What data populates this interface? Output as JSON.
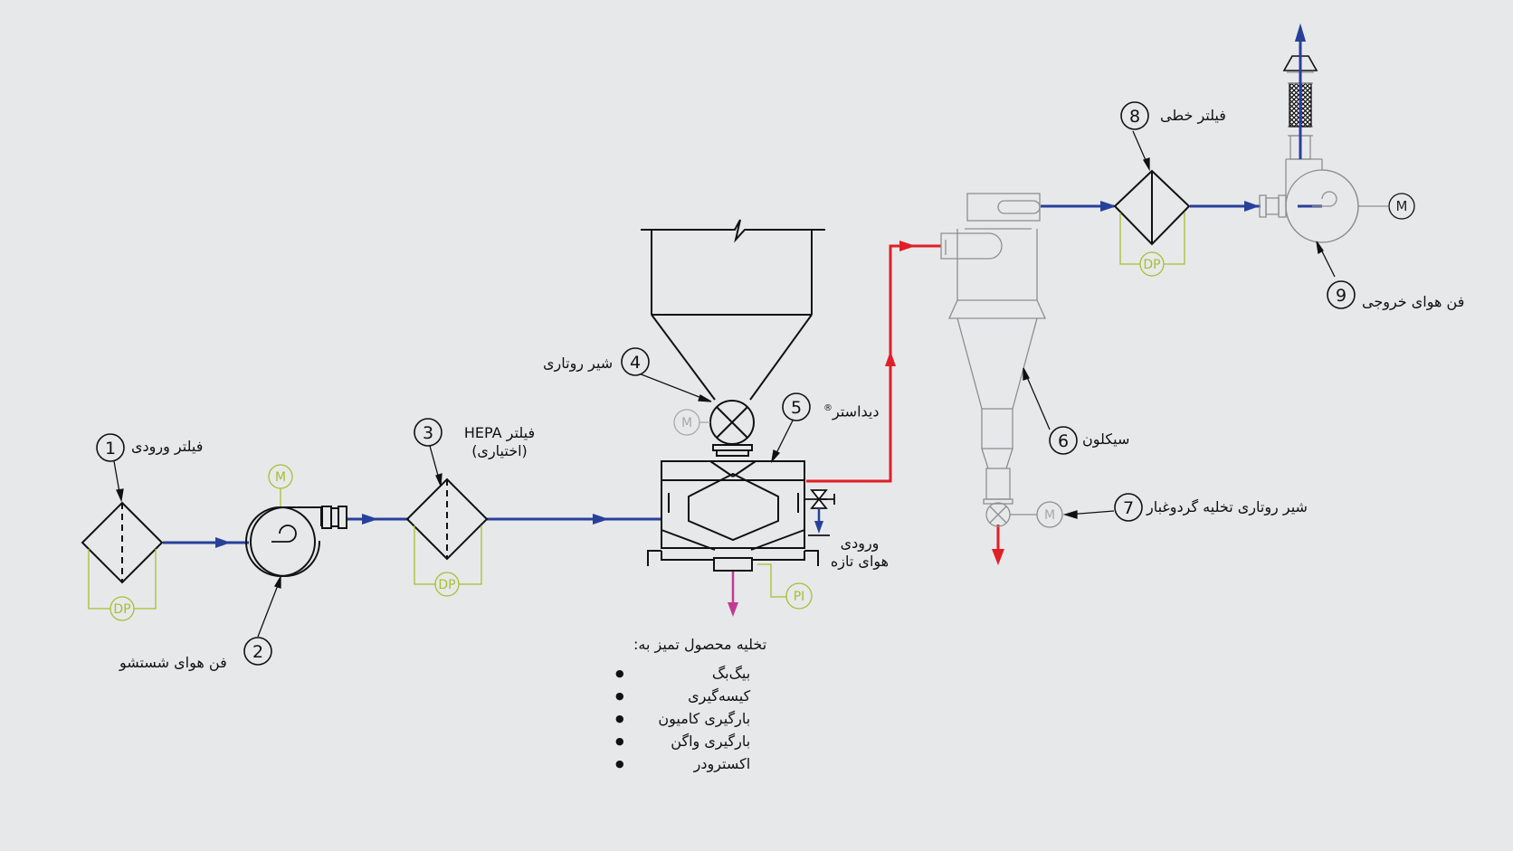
{
  "labels": {
    "inlet_filter": "فیلتر ورودی",
    "wash_fan": "فن هوای شستشو",
    "hepa_filter_line1": "فیلتر HEPA",
    "hepa_filter_line2": "(اختیاری)",
    "rotary_valve": "شیر روتاری",
    "didaster": "دیداستر",
    "registered_mark": "®",
    "fresh_air_inlet": "ورودی هوای تازه",
    "cyclone": "سیکلون",
    "dust_rotary_valve": "شیر روتاری تخلیه گردوغبار",
    "inline_filter": "فیلتر خطی",
    "exhaust_fan": "فن هوای خروجی"
  },
  "callouts": [
    "1",
    "2",
    "3",
    "4",
    "5",
    "6",
    "7",
    "8",
    "9"
  ],
  "instruments": {
    "motor": "M",
    "diff_pressure": "DP",
    "pressure_indicator": "PI"
  },
  "discharge": {
    "title": "تخلیه محصول تمیز به:",
    "items": [
      "بیگ‌بگ",
      "کیسه‌گیری",
      "بارگیری کامیون",
      "بارگیری واگن",
      "اکسترودر"
    ]
  },
  "colors": {
    "clean_air": "#27409a",
    "dirty_air": "#e01f26",
    "product": "#c23a94",
    "instrument": "#a6bf2e",
    "equipment_grey": "#8e8e8e",
    "background": "#e7e8ea"
  }
}
